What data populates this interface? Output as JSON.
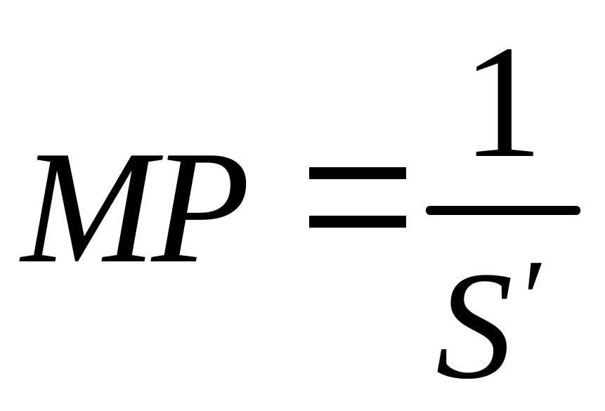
{
  "formula": {
    "lhs": "MP",
    "relation": "=",
    "numerator": "1",
    "denominator": "S",
    "denominator_mark": "′"
  }
}
